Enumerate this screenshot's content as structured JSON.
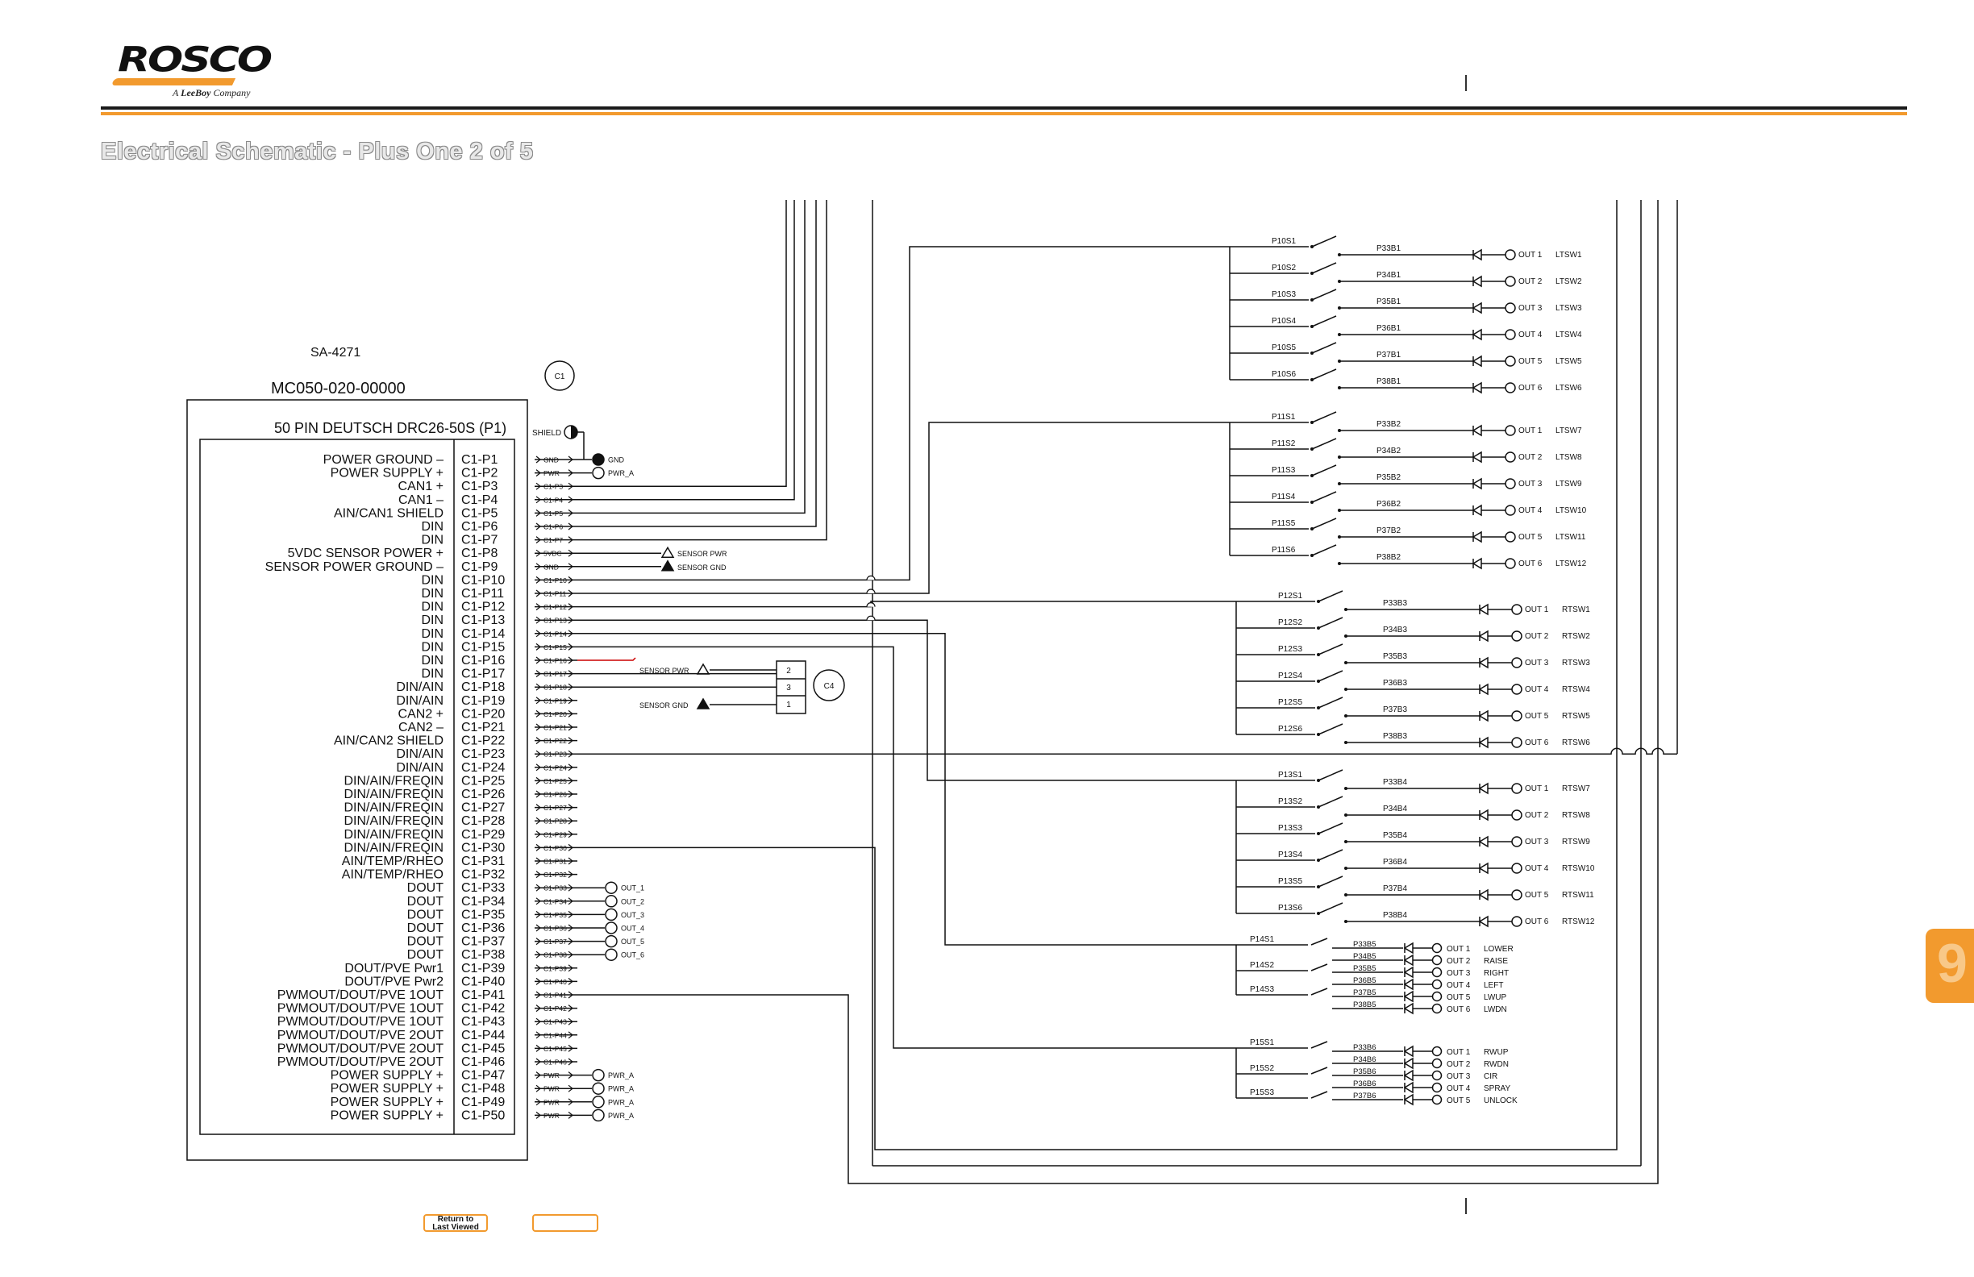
{
  "brand": {
    "name": "ROSCO",
    "tagline_prefix": "A",
    "tagline_brand": "LeeBoy",
    "tagline_suffix": "Company"
  },
  "page_title": "Electrical Schematic - Plus One 2 of 5",
  "section_tab": "9",
  "buttons": {
    "return_label_1": "Return to",
    "return_label_2": "Last Viewed"
  },
  "colors": {
    "accent": "#f29a2e",
    "wire": "#111111",
    "highlight_wire": "#cc0000"
  },
  "schematic": {
    "part_ref": "SA-4271",
    "controller": "MC050-020-00000",
    "connector": "50 PIN DEUTSCH DRC26-50S (P1)",
    "connector_callout": "C1",
    "aux_connector_callout": "C4",
    "shield_label": "SHIELD",
    "pins": [
      {
        "fn": "POWER GROUND  –",
        "id": "C1-P1",
        "net": "GND"
      },
      {
        "fn": "POWER SUPPLY  +",
        "id": "C1-P2",
        "net": "PWR"
      },
      {
        "fn": "CAN1  +",
        "id": "C1-P3",
        "net": "C1-P3"
      },
      {
        "fn": "CAN1  –",
        "id": "C1-P4",
        "net": "C1-P4"
      },
      {
        "fn": "AIN/CAN1 SHIELD",
        "id": "C1-P5",
        "net": "C1-P5"
      },
      {
        "fn": "DIN",
        "id": "C1-P6",
        "net": "C1-P6"
      },
      {
        "fn": "DIN",
        "id": "C1-P7",
        "net": "C1-P7"
      },
      {
        "fn": "5VDC SENSOR POWER  +",
        "id": "C1-P8",
        "net": "5VDC"
      },
      {
        "fn": "SENSOR POWER GROUND  –",
        "id": "C1-P9",
        "net": "GND"
      },
      {
        "fn": "DIN",
        "id": "C1-P10",
        "net": "C1-P10"
      },
      {
        "fn": "DIN",
        "id": "C1-P11",
        "net": "C1-P11"
      },
      {
        "fn": "DIN",
        "id": "C1-P12",
        "net": "C1-P12"
      },
      {
        "fn": "DIN",
        "id": "C1-P13",
        "net": "C1-P13"
      },
      {
        "fn": "DIN",
        "id": "C1-P14",
        "net": "C1-P14"
      },
      {
        "fn": "DIN",
        "id": "C1-P15",
        "net": "C1-P15"
      },
      {
        "fn": "DIN",
        "id": "C1-P16",
        "net": "C1-P16"
      },
      {
        "fn": "DIN",
        "id": "C1-P17",
        "net": "C1-P17"
      },
      {
        "fn": "DIN/AIN",
        "id": "C1-P18",
        "net": "C1-P18"
      },
      {
        "fn": "DIN/AIN",
        "id": "C1-P19",
        "net": "C1-P19"
      },
      {
        "fn": "CAN2  +",
        "id": "C1-P20",
        "net": "C1-P20"
      },
      {
        "fn": "CAN2  –",
        "id": "C1-P21",
        "net": "C1-P21"
      },
      {
        "fn": "AIN/CAN2 SHIELD",
        "id": "C1-P22",
        "net": "C1-P22"
      },
      {
        "fn": "DIN/AIN",
        "id": "C1-P23",
        "net": "C1-P23"
      },
      {
        "fn": "DIN/AIN",
        "id": "C1-P24",
        "net": "C1-P24"
      },
      {
        "fn": "DIN/AIN/FREQIN",
        "id": "C1-P25",
        "net": "C1-P25"
      },
      {
        "fn": "DIN/AIN/FREQIN",
        "id": "C1-P26",
        "net": "C1-P26"
      },
      {
        "fn": "DIN/AIN/FREQIN",
        "id": "C1-P27",
        "net": "C1-P27"
      },
      {
        "fn": "DIN/AIN/FREQIN",
        "id": "C1-P28",
        "net": "C1-P28"
      },
      {
        "fn": "DIN/AIN/FREQIN",
        "id": "C1-P29",
        "net": "C1-P29"
      },
      {
        "fn": "DIN/AIN/FREQIN",
        "id": "C1-P30",
        "net": "C1-P30"
      },
      {
        "fn": "AIN/TEMP/RHEO",
        "id": "C1-P31",
        "net": "C1-P31"
      },
      {
        "fn": "AIN/TEMP/RHEO",
        "id": "C1-P32",
        "net": "C1-P32"
      },
      {
        "fn": "DOUT",
        "id": "C1-P33",
        "net": "C1-P33"
      },
      {
        "fn": "DOUT",
        "id": "C1-P34",
        "net": "C1-P34"
      },
      {
        "fn": "DOUT",
        "id": "C1-P35",
        "net": "C1-P35"
      },
      {
        "fn": "DOUT",
        "id": "C1-P36",
        "net": "C1-P36"
      },
      {
        "fn": "DOUT",
        "id": "C1-P37",
        "net": "C1-P37"
      },
      {
        "fn": "DOUT",
        "id": "C1-P38",
        "net": "C1-P38"
      },
      {
        "fn": "DOUT/PVE Pwr1",
        "id": "C1-P39",
        "net": "C1-P39"
      },
      {
        "fn": "DOUT/PVE Pwr2",
        "id": "C1-P40",
        "net": "C1-P40"
      },
      {
        "fn": "PWMOUT/DOUT/PVE 1OUT",
        "id": "C1-P41",
        "net": "C1-P41"
      },
      {
        "fn": "PWMOUT/DOUT/PVE 1OUT",
        "id": "C1-P42",
        "net": "C1-P42"
      },
      {
        "fn": "PWMOUT/DOUT/PVE 1OUT",
        "id": "C1-P43",
        "net": "C1-P43"
      },
      {
        "fn": "PWMOUT/DOUT/PVE 2OUT",
        "id": "C1-P44",
        "net": "C1-P44"
      },
      {
        "fn": "PWMOUT/DOUT/PVE 2OUT",
        "id": "C1-P45",
        "net": "C1-P45"
      },
      {
        "fn": "PWMOUT/DOUT/PVE 2OUT",
        "id": "C1-P46",
        "net": "C1-P46"
      },
      {
        "fn": "POWER SUPPLY  +",
        "id": "C1-P47",
        "net": "PWR"
      },
      {
        "fn": "POWER SUPPLY  +",
        "id": "C1-P48",
        "net": "PWR"
      },
      {
        "fn": "POWER SUPPLY  +",
        "id": "C1-P49",
        "net": "PWR"
      },
      {
        "fn": "POWER SUPPLY  +",
        "id": "C1-P50",
        "net": "PWR"
      }
    ],
    "pin_terminals": {
      "1": "GND",
      "2": "PWR_A",
      "33": "OUT_1",
      "34": "OUT_2",
      "35": "OUT_3",
      "36": "OUT_4",
      "37": "OUT_5",
      "38": "OUT_6",
      "47": "PWR_A",
      "48": "PWR_A",
      "49": "PWR_A",
      "50": "PWR_A"
    },
    "sensor_labels": {
      "p8": "SENSOR PWR",
      "p9": "SENSOR GND",
      "c4_pwr": "SENSOR PWR",
      "c4_gnd": "SENSOR GND"
    },
    "c4_pins": [
      "2",
      "3",
      "1"
    ],
    "switch_groups": [
      {
        "rows": [
          {
            "s": "P10S1",
            "p": "P33B1",
            "o": "OUT  1",
            "l": "LTSW1"
          },
          {
            "s": "P10S2",
            "p": "P34B1",
            "o": "OUT  2",
            "l": "LTSW2"
          },
          {
            "s": "P10S3",
            "p": "P35B1",
            "o": "OUT  3",
            "l": "LTSW3"
          },
          {
            "s": "P10S4",
            "p": "P36B1",
            "o": "OUT  4",
            "l": "LTSW4"
          },
          {
            "s": "P10S5",
            "p": "P37B1",
            "o": "OUT  5",
            "l": "LTSW5"
          },
          {
            "s": "P10S6",
            "p": "P38B1",
            "o": "OUT  6",
            "l": "LTSW6"
          }
        ]
      },
      {
        "rows": [
          {
            "s": "P11S1",
            "p": "P33B2",
            "o": "OUT  1",
            "l": "LTSW7"
          },
          {
            "s": "P11S2",
            "p": "P34B2",
            "o": "OUT  2",
            "l": "LTSW8"
          },
          {
            "s": "P11S3",
            "p": "P35B2",
            "o": "OUT  3",
            "l": "LTSW9"
          },
          {
            "s": "P11S4",
            "p": "P36B2",
            "o": "OUT  4",
            "l": "LTSW10"
          },
          {
            "s": "P11S5",
            "p": "P37B2",
            "o": "OUT  5",
            "l": "LTSW11"
          },
          {
            "s": "P11S6",
            "p": "P38B2",
            "o": "OUT  6",
            "l": "LTSW12"
          }
        ]
      },
      {
        "rows": [
          {
            "s": "P12S1",
            "p": "P33B3",
            "o": "OUT  1",
            "l": "RTSW1"
          },
          {
            "s": "P12S2",
            "p": "P34B3",
            "o": "OUT  2",
            "l": "RTSW2"
          },
          {
            "s": "P12S3",
            "p": "P35B3",
            "o": "OUT  3",
            "l": "RTSW3"
          },
          {
            "s": "P12S4",
            "p": "P36B3",
            "o": "OUT  4",
            "l": "RTSW4"
          },
          {
            "s": "P12S5",
            "p": "P37B3",
            "o": "OUT  5",
            "l": "RTSW5"
          },
          {
            "s": "P12S6",
            "p": "P38B3",
            "o": "OUT  6",
            "l": "RTSW6"
          }
        ]
      },
      {
        "rows": [
          {
            "s": "P13S1",
            "p": "P33B4",
            "o": "OUT  1",
            "l": "RTSW7"
          },
          {
            "s": "P13S2",
            "p": "P34B4",
            "o": "OUT  2",
            "l": "RTSW8"
          },
          {
            "s": "P13S3",
            "p": "P35B4",
            "o": "OUT  3",
            "l": "RTSW9"
          },
          {
            "s": "P13S4",
            "p": "P36B4",
            "o": "OUT  4",
            "l": "RTSW10"
          },
          {
            "s": "P13S5",
            "p": "P37B4",
            "o": "OUT  5",
            "l": "RTSW11"
          },
          {
            "s": "P13S6",
            "p": "P38B4",
            "o": "OUT  6",
            "l": "RTSW12"
          }
        ]
      }
    ],
    "compact_groups": [
      {
        "switches": [
          "P14S1",
          "P14S2",
          "P14S3"
        ],
        "rows": [
          {
            "p": "P33B5",
            "o": "OUT  1",
            "l": "LOWER"
          },
          {
            "p": "P34B5",
            "o": "OUT  2",
            "l": "RAISE"
          },
          {
            "p": "P35B5",
            "o": "OUT  3",
            "l": "RIGHT"
          },
          {
            "p": "P36B5",
            "o": "OUT  4",
            "l": "LEFT"
          },
          {
            "p": "P37B5",
            "o": "OUT  5",
            "l": "LWUP"
          },
          {
            "p": "P38B5",
            "o": "OUT  6",
            "l": "LWDN"
          }
        ]
      },
      {
        "switches": [
          "P15S1",
          "P15S2",
          "P15S3"
        ],
        "rows": [
          {
            "p": "P33B6",
            "o": "OUT  1",
            "l": "RWUP"
          },
          {
            "p": "P34B6",
            "o": "OUT  2",
            "l": "RWDN"
          },
          {
            "p": "P35B6",
            "o": "OUT  3",
            "l": "CIR"
          },
          {
            "p": "P36B6",
            "o": "OUT  4",
            "l": "SPRAY"
          },
          {
            "p": "P37B6",
            "o": "OUT  5",
            "l": "UNLOCK"
          }
        ]
      }
    ]
  }
}
